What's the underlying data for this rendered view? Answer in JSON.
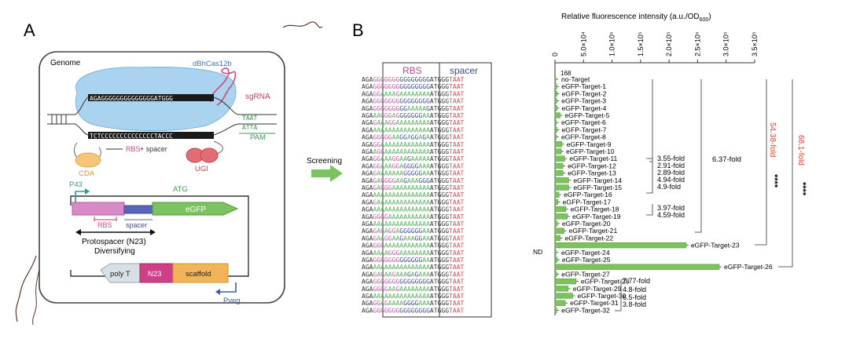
{
  "panels": {
    "a_label": "A",
    "b_label": "B"
  },
  "panel_a": {
    "genome": "Genome",
    "protein": "dBhCas12b",
    "sgrna": "sgRNA",
    "top_strand": "AGAGGGGGGGGGGGGGGATGGG",
    "bottom_strand": "TCTCCCCCCCCCCCCCCTACCC",
    "pam_top": "TAAT",
    "pam_bottom": "ATTA",
    "pam": "PAM",
    "rbs_spacer": [
      "RBS",
      "+ spacer"
    ],
    "cda": "CDA",
    "ugi": "UGI",
    "p43": "P43",
    "atg": "ATG",
    "rbs": "RBS",
    "spacer": "spacer",
    "egfp": "eGFP",
    "protospacer": "Protospacer (N23)",
    "diversifying": "Diversifying",
    "poly_t": "poly T",
    "n23": "N23",
    "scaffold": "scaffold",
    "pveg": "Pveg"
  },
  "screening": "Screening",
  "panel_b": {
    "col_rbs": "RBS",
    "col_spacer": "spacer",
    "sequences": [
      "AGAGGGGGGGGGGGGGGGATGGGTAAT",
      "AGAGGGGGGGGGGGGGGGATGGGTAAT",
      "AGAGGAAAAGAAAAAAAAATGGGTAAT",
      "AGAGGGGGGGGGGGGGGGATGGGTAAT",
      "AGAGGGGGGGGGAAAAAGATGGGTAAT",
      "AGAAAGGGAGGGGGGGAAATGGGTAAT",
      "AGAGAAAGGAAAAAAAAAATGGGTAAT",
      "AGAAAAAAAAAAAAAAAAATGGGTAAT",
      "AGAGGGGGAAGGAGGAGAATGGGTAAT",
      "AGAGGAAAAAAAAAAAAAATGGGTAAT",
      "AGAAGGAAAAAAAAAAAAATGGGTAAT",
      "AGAGGAAAGGAAGAAAAAATGGGTAAT",
      "AGAGGAAAGGAGGGGAAAATGGGTAAT",
      "AGAGAAAAAAAGGGGGAAATGGGTAAT",
      "AGAGAGGGGAAGAAAGGGATGGGTAAT",
      "AGAGAGGGAAAAAAAAAAATGGGTAAT",
      "AGAAAAAAAAAAAAAAAAATGGGTAAT",
      "AGAGAAAAAAAAAAAAAAATGGGTAAT",
      "AGAAAAAAAAAAAAAAAAATGGGTAAT",
      "AGAGGGGAAAAAAAAAAAATGGGTAAT",
      "AGAAAAAAAAAAAAAAAAATGGGTAAT",
      "AGAGAGAGGAGGGGGGAAATGGGTAAT",
      "AGAGAAGGAAGAAAGGAAATGGGTAAT",
      "AGAGGGAAAAAAAAAAAAATGGGTAAT",
      "AGAAAAAGGGAAAAAAAAATGGGTAAT",
      "AGAGGGGGGGGGGGGGAAATGGGTAAT",
      "AGAAAAAAAAAAAAAAAAATGGGTAAT",
      "AGAGAGAAGAAAGAGAAAATGGGTAAT",
      "AGAGGGGGGGGGGGGGGGATGGGTAAT",
      "AGAGGGGAAGAAAAAAAAATGGGTAAT",
      "AGAAAAAAAAAAAAAAAAATGGGTAAT",
      "AGAGGAGAAAAGGGGAAAATGGGTAAT",
      "AGAGGGGGGGGGGGGGGGATGGGTAAT"
    ],
    "nd": "ND",
    "fold_labels": [
      "3.55-fold",
      "2.91-fold",
      "2.89-fold",
      "4.94-fold",
      "4.9-fold",
      "6.37-fold",
      "3.97-fold",
      "4.59-fold",
      "7.77-fold",
      "4.8-fold",
      "6.5-fold",
      "3.8-fold"
    ],
    "big_fold": [
      "54.38-fold",
      "68.1-fold"
    ],
    "stars": "****",
    "tick_168": "168"
  },
  "chart_data": {
    "type": "bar",
    "orientation": "horizontal",
    "xlabel_parts": [
      "Relative fluorescence intensity (a.u./OD",
      "600",
      ")"
    ],
    "xlim": [
      0,
      350000
    ],
    "xticks": [
      0,
      50000,
      100000,
      150000,
      200000,
      250000,
      300000,
      350000
    ],
    "xtick_labels": [
      "0",
      "5.0×10⁴",
      "1.0×10⁵",
      "1.5×10⁵",
      "2.0×10⁵",
      "2.5×10⁵",
      "3.0×10⁵",
      "3.5×10⁵"
    ],
    "categories": [
      "no-Target",
      "eGFP-Target-1",
      "eGFP-Target-2",
      "eGFP-Target-3",
      "eGFP-Target-4",
      "eGFP-Target-5",
      "eGFP-Target-6",
      "eGFP-Target-7",
      "eGFP-Target-8",
      "eGFP-Target-9",
      "eGFP-Target-10",
      "eGFP-Target-11",
      "eGFP-Target-12",
      "eGFP-Target-13",
      "eGFP-Target-14",
      "eGFP-Target-15",
      "eGFP-Target-16",
      "eGFP-Target-17",
      "eGFP-Target-18",
      "eGFP-Target-19",
      "eGFP-Target-20",
      "eGFP-Target-21",
      "eGFP-Target-22",
      "eGFP-Target-23",
      "eGFP-Target-24",
      "eGFP-Target-25",
      "eGFP-Target-26",
      "eGFP-Target-27",
      "eGFP-Target-28",
      "eGFP-Target-29",
      "eGFP-Target-30",
      "eGFP-Target-31",
      "eGFP-Target-32"
    ],
    "values": [
      1500,
      3000,
      3500,
      3000,
      3500,
      9000,
      2500,
      3500,
      2500,
      12000,
      11000,
      17000,
      14000,
      14000,
      24000,
      24000,
      7000,
      5000,
      19000,
      22000,
      4000,
      16000,
      9000,
      230000,
      2000,
      4000,
      288000,
      3000,
      37000,
      23000,
      31000,
      18000,
      3000
    ],
    "bar_color": "#7cc35f"
  }
}
